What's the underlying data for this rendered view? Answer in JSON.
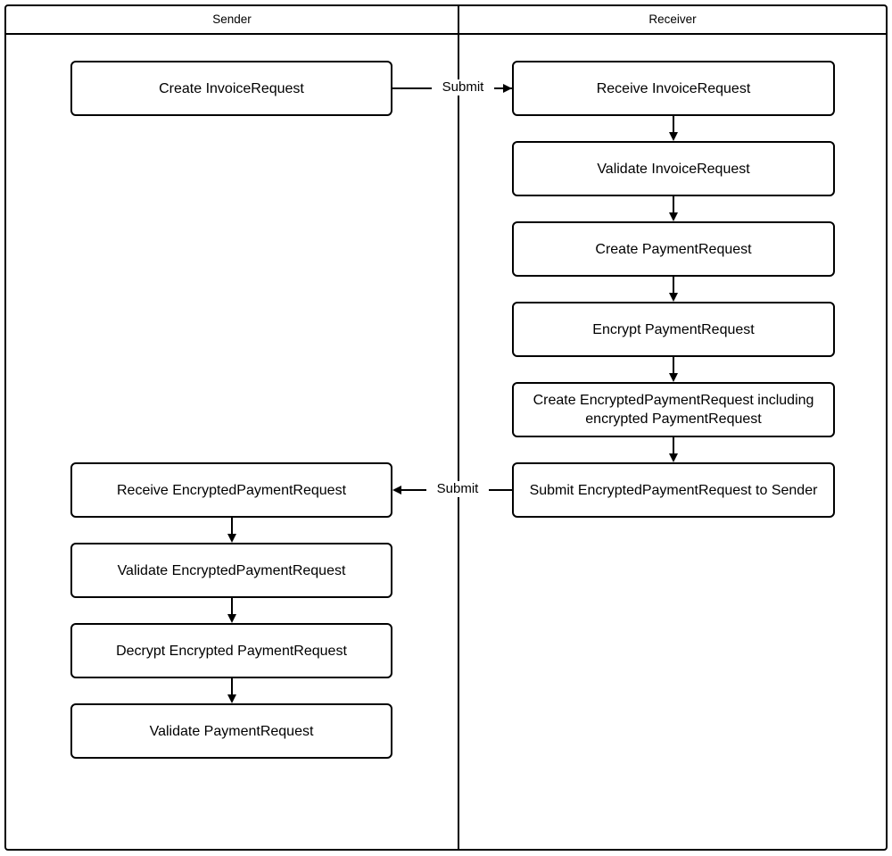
{
  "diagram": {
    "type": "swimlane-flowchart",
    "lanes": [
      {
        "id": "sender",
        "title": "Sender"
      },
      {
        "id": "receiver",
        "title": "Receiver"
      }
    ],
    "nodes": [
      {
        "id": "n1",
        "lane": "sender",
        "label": "Create InvoiceRequest"
      },
      {
        "id": "n2",
        "lane": "receiver",
        "label": "Receive InvoiceRequest"
      },
      {
        "id": "n3",
        "lane": "receiver",
        "label": "Validate InvoiceRequest"
      },
      {
        "id": "n4",
        "lane": "receiver",
        "label": "Create PaymentRequest"
      },
      {
        "id": "n5",
        "lane": "receiver",
        "label": "Encrypt PaymentRequest"
      },
      {
        "id": "n6",
        "lane": "receiver",
        "label": "Create EncryptedPaymentRequest including encrypted PaymentRequest"
      },
      {
        "id": "n7",
        "lane": "receiver",
        "label": "Submit EncryptedPaymentRequest to Sender"
      },
      {
        "id": "n8",
        "lane": "sender",
        "label": "Receive EncryptedPaymentRequest"
      },
      {
        "id": "n9",
        "lane": "sender",
        "label": "Validate EncryptedPaymentRequest"
      },
      {
        "id": "n10",
        "lane": "sender",
        "label": "Decrypt Encrypted PaymentRequest"
      },
      {
        "id": "n11",
        "lane": "sender",
        "label": "Validate PaymentRequest"
      }
    ],
    "edges": [
      {
        "id": "e1",
        "from": "n1",
        "to": "n2",
        "label": "Submit",
        "direction": "right"
      },
      {
        "id": "e2",
        "from": "n2",
        "to": "n3",
        "label": "",
        "direction": "down"
      },
      {
        "id": "e3",
        "from": "n3",
        "to": "n4",
        "label": "",
        "direction": "down"
      },
      {
        "id": "e4",
        "from": "n4",
        "to": "n5",
        "label": "",
        "direction": "down"
      },
      {
        "id": "e5",
        "from": "n5",
        "to": "n6",
        "label": "",
        "direction": "down"
      },
      {
        "id": "e6",
        "from": "n6",
        "to": "n7",
        "label": "",
        "direction": "down"
      },
      {
        "id": "e7",
        "from": "n7",
        "to": "n8",
        "label": "Submit",
        "direction": "left"
      },
      {
        "id": "e8",
        "from": "n8",
        "to": "n9",
        "label": "",
        "direction": "down"
      },
      {
        "id": "e9",
        "from": "n9",
        "to": "n10",
        "label": "",
        "direction": "down"
      },
      {
        "id": "e10",
        "from": "n10",
        "to": "n11",
        "label": "",
        "direction": "down"
      }
    ],
    "colors": {
      "stroke": "#000000",
      "fill": "#ffffff",
      "text": "#000000"
    }
  }
}
